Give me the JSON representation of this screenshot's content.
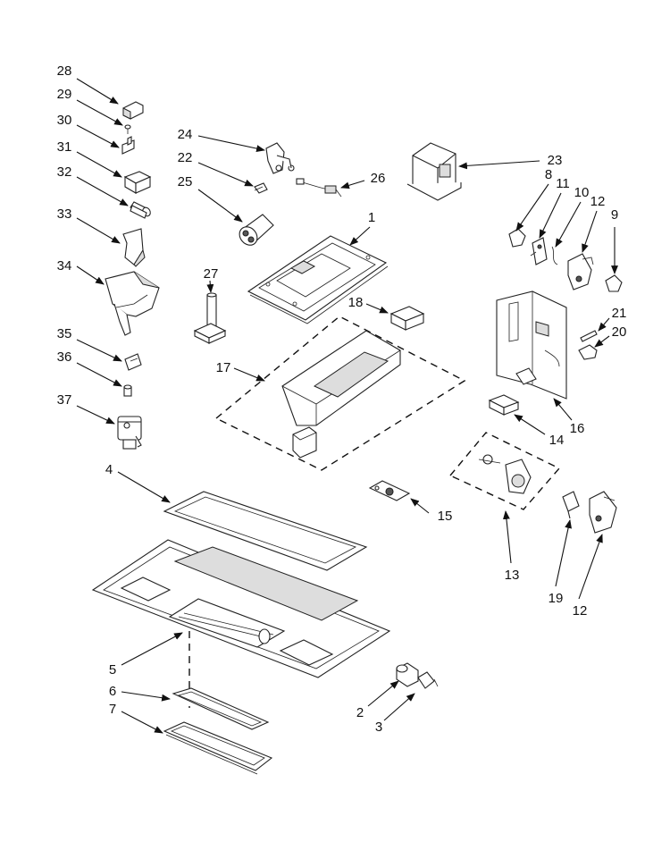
{
  "callouts": [
    {
      "id": "28",
      "text": "28"
    },
    {
      "id": "29",
      "text": "29"
    },
    {
      "id": "30",
      "text": "30"
    },
    {
      "id": "31",
      "text": "31"
    },
    {
      "id": "32",
      "text": "32"
    },
    {
      "id": "33",
      "text": "33"
    },
    {
      "id": "34",
      "text": "34"
    },
    {
      "id": "35",
      "text": "35"
    },
    {
      "id": "36",
      "text": "36"
    },
    {
      "id": "37",
      "text": "37"
    },
    {
      "id": "24",
      "text": "24"
    },
    {
      "id": "22",
      "text": "22"
    },
    {
      "id": "25",
      "text": "25"
    },
    {
      "id": "26",
      "text": "26"
    },
    {
      "id": "23",
      "text": "23"
    },
    {
      "id": "1",
      "text": "1"
    },
    {
      "id": "27",
      "text": "27"
    },
    {
      "id": "18",
      "text": "18"
    },
    {
      "id": "17",
      "text": "17"
    },
    {
      "id": "8",
      "text": "8"
    },
    {
      "id": "11",
      "text": "11"
    },
    {
      "id": "10",
      "text": "10"
    },
    {
      "id": "12a",
      "text": "12"
    },
    {
      "id": "9",
      "text": "9"
    },
    {
      "id": "21",
      "text": "21"
    },
    {
      "id": "20",
      "text": "20"
    },
    {
      "id": "16",
      "text": "16"
    },
    {
      "id": "14",
      "text": "14"
    },
    {
      "id": "15",
      "text": "15"
    },
    {
      "id": "13",
      "text": "13"
    },
    {
      "id": "19",
      "text": "19"
    },
    {
      "id": "12b",
      "text": "12"
    },
    {
      "id": "4",
      "text": "4"
    },
    {
      "id": "5",
      "text": "5"
    },
    {
      "id": "6",
      "text": "6"
    },
    {
      "id": "7",
      "text": "7"
    },
    {
      "id": "2",
      "text": "2"
    },
    {
      "id": "3",
      "text": "3"
    }
  ]
}
